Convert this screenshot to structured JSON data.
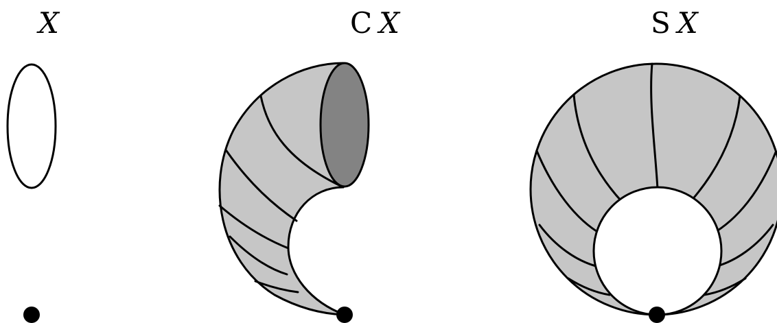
{
  "labels": {
    "space": {
      "text": "X"
    },
    "cone": {
      "prefix": "C",
      "text": "X"
    },
    "suspension": {
      "prefix": "S",
      "text": "X"
    }
  },
  "colors": {
    "surface": "#c6c6c6",
    "opening": "#838383",
    "stroke": "#000000",
    "background": "#ffffff"
  }
}
